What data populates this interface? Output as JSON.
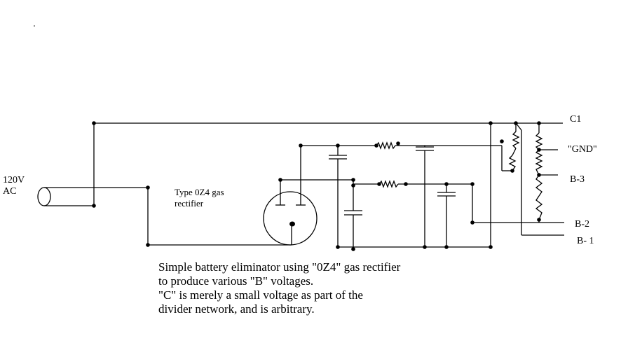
{
  "input_label": [
    "120V",
    "AC"
  ],
  "rectifier_label": [
    "Type 0Z4 gas",
    "rectifier"
  ],
  "outputs": {
    "c1": "C1",
    "gnd": "\"GND\"",
    "b3": "B-3",
    "b2": "B-2",
    "b1": "B- 1"
  },
  "caption": [
    "Simple battery eliminator using \"0Z4\" gas rectifier",
    "to produce various \"B\" voltages.",
    " \"C\" is merely a small voltage as part of the",
    " divider network, and is arbitrary."
  ]
}
